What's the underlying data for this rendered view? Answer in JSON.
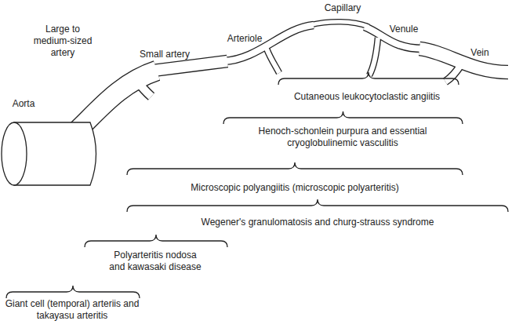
{
  "diagram": {
    "labels": [
      "Aorta",
      "Large to medium-sized artery",
      "Small artery",
      "Arteriole",
      "Capillary",
      "Venule",
      "Vein",
      "Cutaneous leukocytoclastic angiitis",
      "Henoch-schonlein purpura and essential cryoglobulinemic vasculitis",
      "Microscopic polyangiitis (microscopic polyarteritis)",
      "Wegener's granulomatosis and churg-strauss syndrome",
      "Polyarteritis nodosa and kawasaki disease",
      "Giant cell (temporal) arteriis and takayasu arteritis"
    ]
  }
}
